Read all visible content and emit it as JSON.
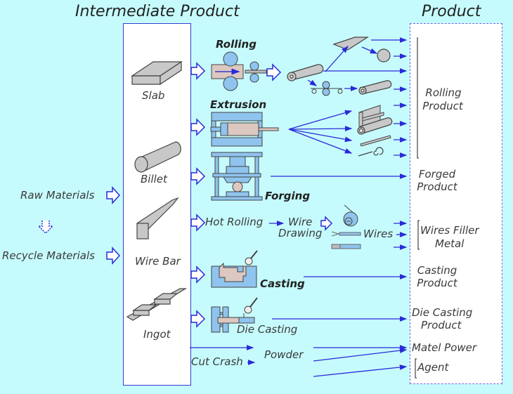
{
  "titles": {
    "intermediate": "Intermediate Product",
    "product": "Product"
  },
  "sources": {
    "raw": "Raw Materials",
    "recycle": "Recycle Materials"
  },
  "intermediate_items": [
    {
      "id": "slab",
      "label": "Slab"
    },
    {
      "id": "billet",
      "label": "Billet"
    },
    {
      "id": "wire-bar",
      "label": "Wire Bar"
    },
    {
      "id": "ingot",
      "label": "Ingot"
    }
  ],
  "processes": {
    "rolling": "Rolling",
    "extrusion": "Extrusion",
    "forging": "Forging",
    "hot_rolling": "Hot Rolling",
    "wire_drawing_line1": "Wire",
    "wire_drawing_line2": "Drawing",
    "wires": "Wires",
    "casting": "Casting",
    "die_casting": "Die Casting",
    "powder": "Powder",
    "cut_crash": "Cut Crash"
  },
  "products": {
    "rolling_1": "Rolling",
    "rolling_2": "Product",
    "forged_1": "Forged",
    "forged_2": "Product",
    "wires_1": "Wires Filler",
    "wires_2": "Metal",
    "casting_1": "Casting",
    "casting_2": "Product",
    "die_1": "Die Casting",
    "die_2": "Product",
    "metal_power": "Matel Power",
    "agent": "Agent"
  },
  "colors": {
    "background": "#c6fbfd",
    "arrow": "#2a2ad8",
    "machine_fill": "#8fc4ee",
    "material_fill": "#c8c8c8",
    "metal_pink": "#dcc8c0"
  }
}
